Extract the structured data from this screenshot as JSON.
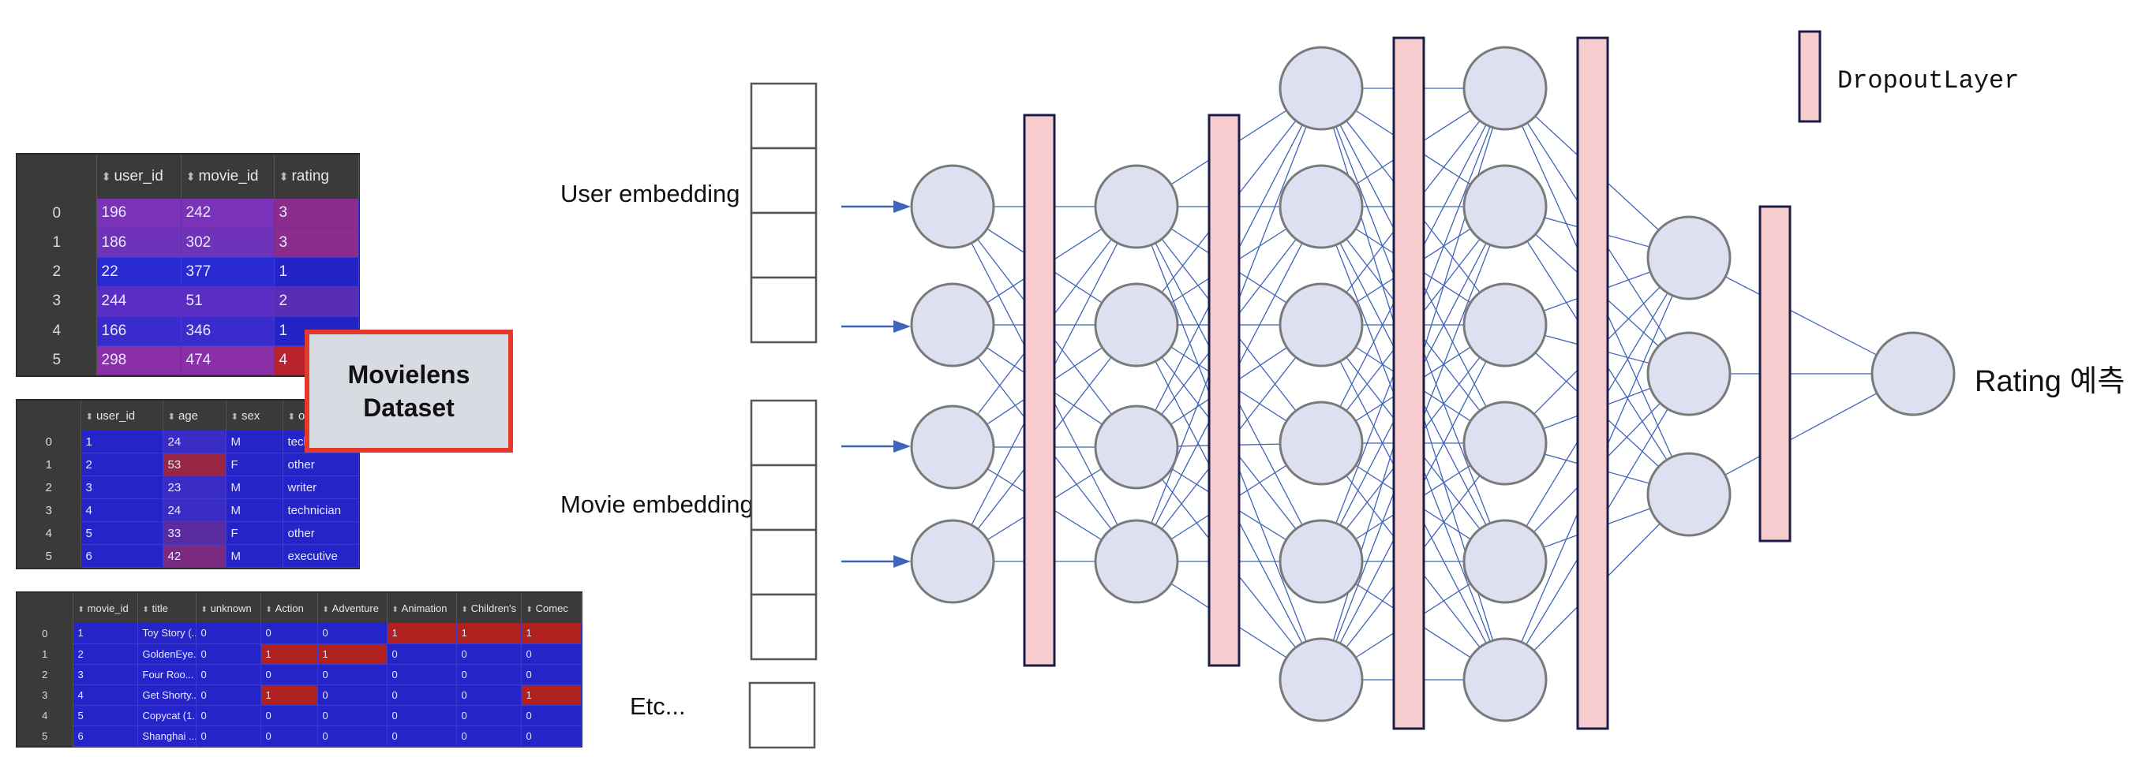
{
  "callout": {
    "line1": "Movielens",
    "line2": "Dataset"
  },
  "labels": {
    "user_embedding": "User embedding",
    "movie_embedding": "Movie embedding",
    "etc": "Etc...",
    "output": "Rating 예측",
    "legend": "DropoutLayer"
  },
  "colors": {
    "neuron_fill": "#dde0f0",
    "neuron_stroke": "#7a7a7a",
    "dropout_fill": "#f7cccf",
    "dropout_stroke": "#1c1c4a",
    "connection": "#3f64b8",
    "callout_border": "#e23b2e"
  },
  "tables": {
    "ratings": {
      "columns": [
        "user_id",
        "movie_id",
        "rating"
      ],
      "rows": [
        [
          "0",
          "196",
          "242",
          "3"
        ],
        [
          "1",
          "186",
          "302",
          "3"
        ],
        [
          "2",
          "22",
          "377",
          "1"
        ],
        [
          "3",
          "244",
          "51",
          "2"
        ],
        [
          "4",
          "166",
          "346",
          "1"
        ],
        [
          "5",
          "298",
          "474",
          "4"
        ]
      ]
    },
    "users": {
      "columns": [
        "user_id",
        "age",
        "sex",
        "oc"
      ],
      "rows": [
        [
          "0",
          "1",
          "24",
          "M",
          "techni"
        ],
        [
          "1",
          "2",
          "53",
          "F",
          "other"
        ],
        [
          "2",
          "3",
          "23",
          "M",
          "writer"
        ],
        [
          "3",
          "4",
          "24",
          "M",
          "technician"
        ],
        [
          "4",
          "5",
          "33",
          "F",
          "other"
        ],
        [
          "5",
          "6",
          "42",
          "M",
          "executive"
        ]
      ]
    },
    "movies": {
      "columns": [
        "movie_id",
        "title",
        "unknown",
        "Action",
        "Adventure",
        "Animation",
        "Children's",
        "Comec"
      ],
      "rows": [
        [
          "0",
          "1",
          "Toy Story (...",
          "0",
          "0",
          "0",
          "1",
          "1",
          "1"
        ],
        [
          "1",
          "2",
          "GoldenEye...",
          "0",
          "1",
          "1",
          "0",
          "0",
          "0"
        ],
        [
          "2",
          "3",
          "Four Roo...",
          "0",
          "0",
          "0",
          "0",
          "0",
          "0"
        ],
        [
          "3",
          "4",
          "Get Shorty...",
          "0",
          "1",
          "0",
          "0",
          "0",
          "1"
        ],
        [
          "4",
          "5",
          "Copycat (1...",
          "0",
          "0",
          "0",
          "0",
          "0",
          "0"
        ],
        [
          "5",
          "6",
          "Shanghai ...",
          "0",
          "0",
          "0",
          "0",
          "0",
          "0"
        ]
      ]
    }
  }
}
